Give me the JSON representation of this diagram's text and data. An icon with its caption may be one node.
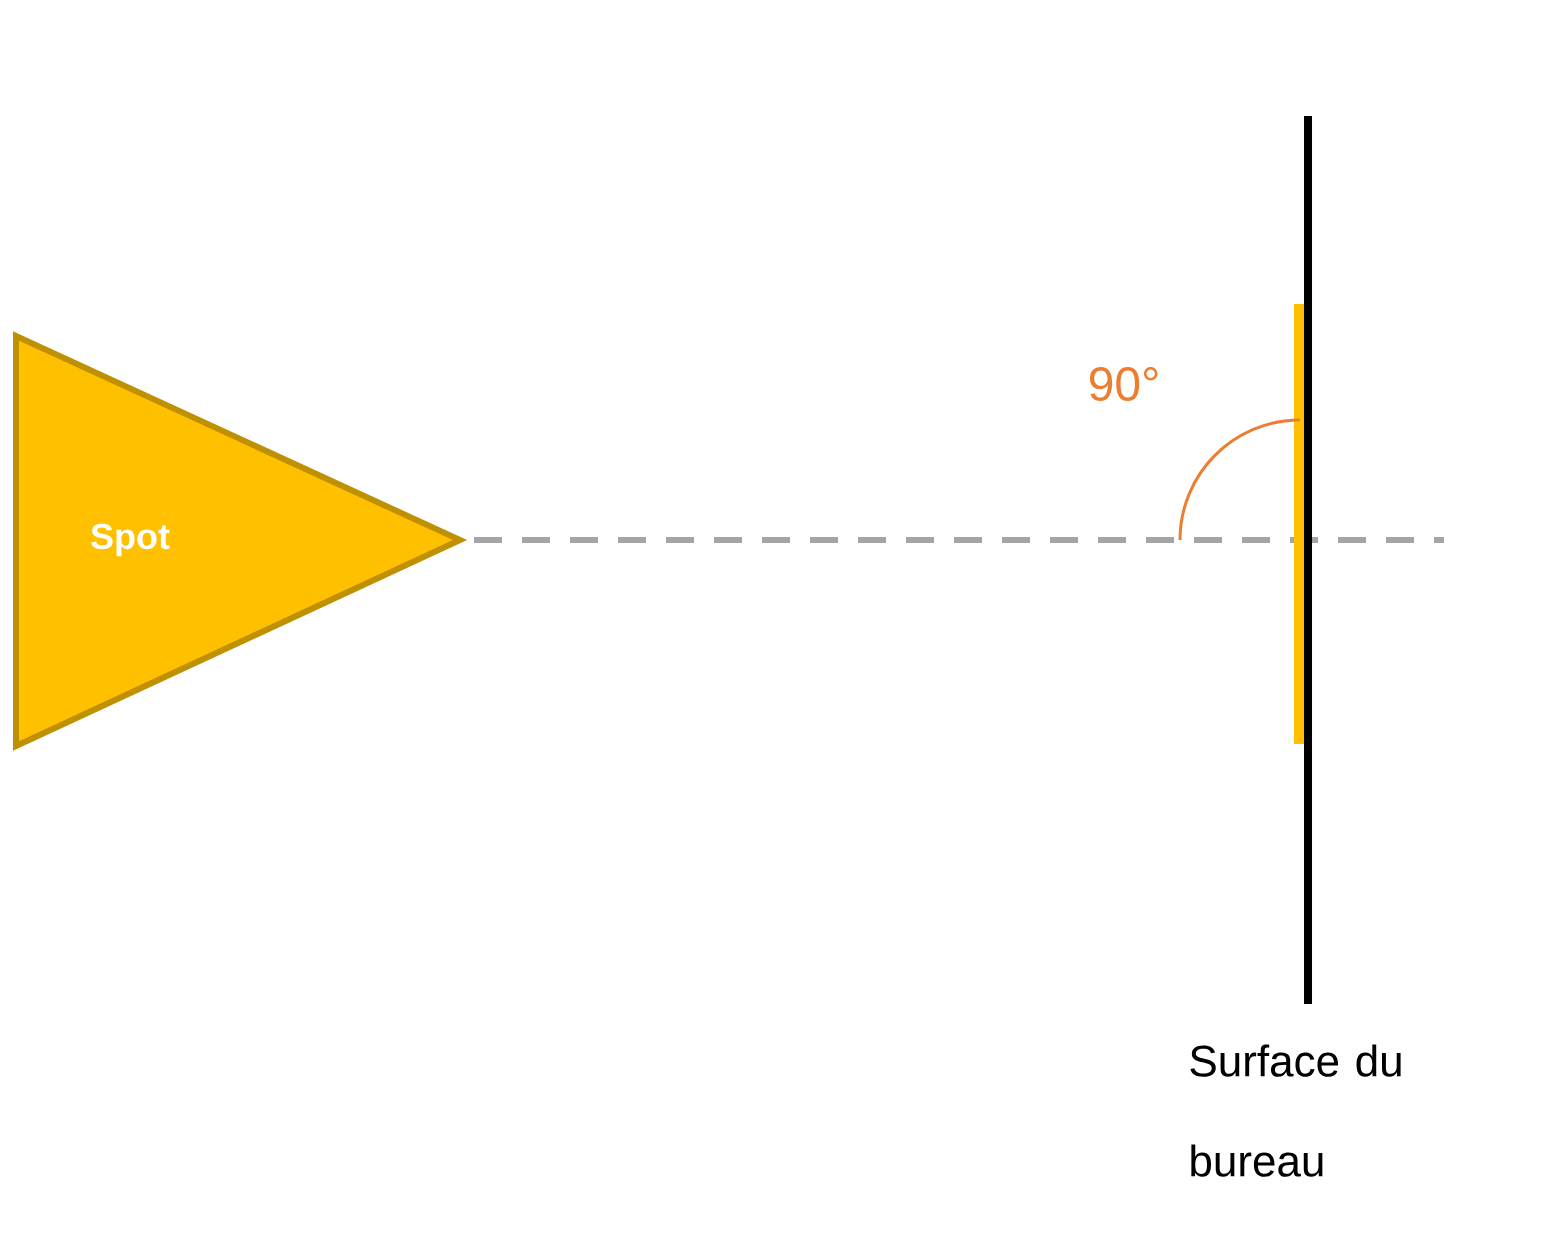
{
  "diagram": {
    "nodes": [
      {
        "text": [
          "Spot"
        ]
      },
      {
        "text": [],
        "shape": "bar",
        "beside": [
          "Surface du bureau"
        ]
      }
    ],
    "labels": [
      "90°"
    ]
  }
}
